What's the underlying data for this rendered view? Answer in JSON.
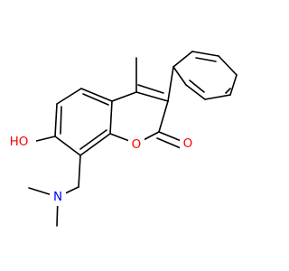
{
  "colors": {
    "background": "#ffffff",
    "bond": "#000000",
    "oxygen": "#ff0000",
    "nitrogen": "#0000ff"
  },
  "structure": {
    "atoms": {
      "hydroxyl_oxygen": "HO",
      "ring_oxygen": "O",
      "carbonyl_oxygen": "O",
      "amine_nitrogen": "N"
    }
  }
}
